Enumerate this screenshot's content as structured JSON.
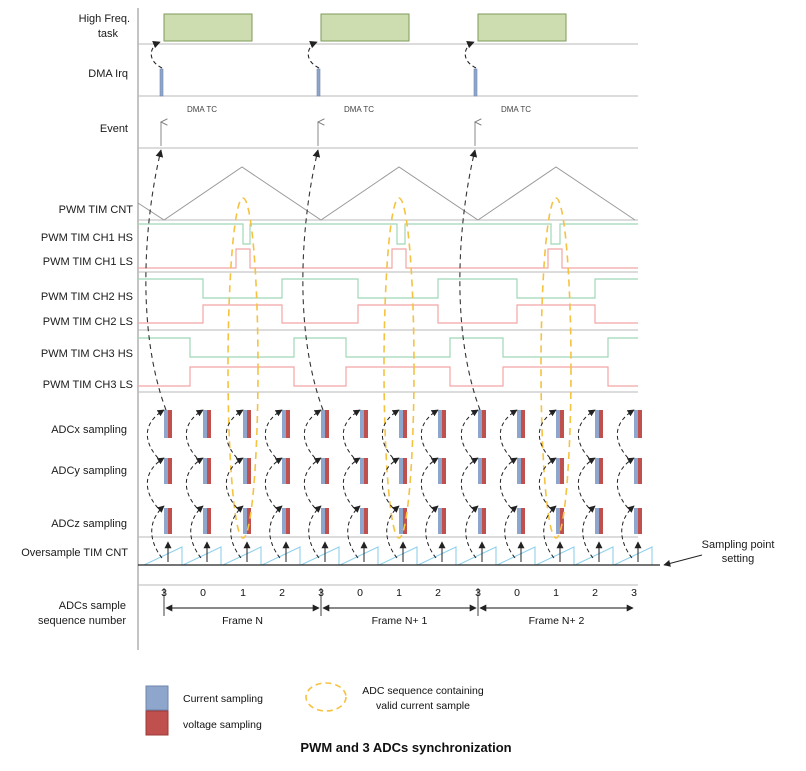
{
  "caption": "PWM and 3 ADCs synchronization",
  "rows": {
    "hf_task": [
      "High Freq.",
      "task"
    ],
    "dma_irq": "DMA Irq",
    "event": "Event",
    "pwm_cnt": "PWM TIM CNT",
    "ch1_hs": "PWM TIM CH1 HS",
    "ch1_ls": "PWM TIM CH1 LS",
    "ch2_hs": "PWM TIM CH2 HS",
    "ch2_ls": "PWM TIM CH2 LS",
    "ch3_hs": "PWM TIM CH3 HS",
    "ch3_ls": "PWM TIM CH3 LS",
    "adcx": "ADCx sampling",
    "adcy": "ADCy sampling",
    "adcz": "ADCz sampling",
    "os_cnt": "Oversample TIM CNT",
    "seq": [
      "ADCs sample",
      "sequence number"
    ]
  },
  "dma_tc_label": "DMA TC",
  "sampling_note": [
    "Sampling point",
    "setting"
  ],
  "sequence_numbers": [
    "3",
    "0",
    "1",
    "2",
    "3",
    "0",
    "1",
    "2",
    "3",
    "0",
    "1",
    "2",
    "3"
  ],
  "frames": [
    "Frame N",
    "Frame N+ 1",
    "Frame N+ 2"
  ],
  "legend": {
    "current": "Current sampling",
    "voltage": "voltage sampling",
    "valid": [
      "ADC sequence containing",
      "valid current sample"
    ]
  },
  "colors": {
    "task_fill": "#cdddb0",
    "task_stroke": "#7f9a5a",
    "current": "#8fa6cc",
    "voltage": "#c0504d",
    "hs_line": "#9fd7b6",
    "ls_line": "#f2a5a5",
    "ramp": "#8fd0ec",
    "ellipse": "#f5c242",
    "grid": "#b8b8b8"
  }
}
